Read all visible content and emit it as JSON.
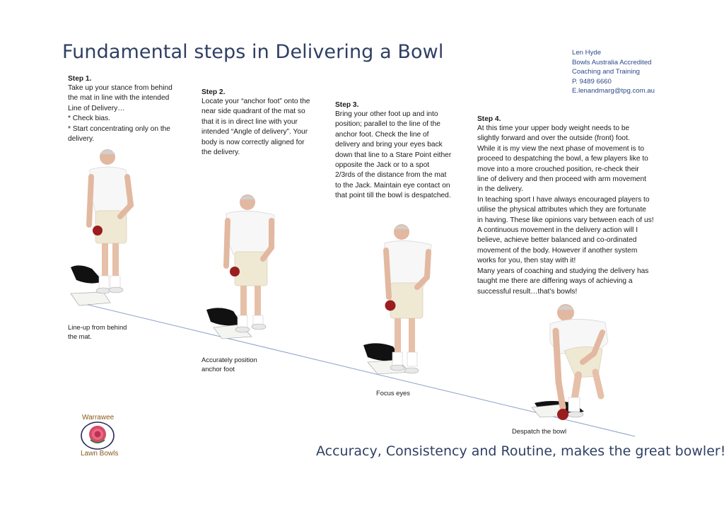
{
  "title": "Fundamental steps in Delivering a Bowl",
  "contact": {
    "name": "Len Hyde",
    "line1": "Bowls Australia Accredited",
    "line2": "Coaching and Training",
    "phone": "P. 9489 6660",
    "email": "E.lenandmarg@tpg.com.au"
  },
  "steps": [
    {
      "heading": "Step 1.",
      "lines": [
        "Take up your stance from behind",
        "the mat in line with the intended",
        "Line of Delivery…",
        "* Check bias.",
        "* Start concentrating only on the",
        "delivery."
      ],
      "caption": [
        "Line-up from behind",
        "the mat."
      ]
    },
    {
      "heading": "Step 2.",
      "lines": [
        "Locate your “anchor foot” onto the",
        "near side quadrant of the mat so",
        "that it is in direct line with your",
        "intended “Angle of delivery”. Your",
        "body is now correctly aligned for",
        "the delivery."
      ],
      "caption": [
        "Accurately position",
        "anchor foot"
      ]
    },
    {
      "heading": "Step 3.",
      "lines": [
        "Bring your other foot up and into",
        "position; parallel to the line of the",
        "anchor foot. Check the line of",
        "delivery and bring your eyes back",
        "down that line to a Stare Point either",
        "opposite the Jack or to a spot",
        "2/3rds of the distance from the mat",
        "to the Jack. Maintain eye contact on",
        "that point till the bowl is despatched."
      ],
      "caption": [
        "Focus eyes"
      ]
    },
    {
      "heading": "Step 4.",
      "lines": [
        "At this time your upper body weight needs to be",
        "slightly forward and over the outside (front) foot.",
        "While it is my view the next phase of movement is to",
        "proceed to despatching the bowl, a few players like to",
        "move into a more crouched position, re-check their",
        "line of delivery and then proceed with arm movement",
        "in the delivery.",
        "In teaching sport I have always encouraged players to",
        "utilise the physical attributes which they are fortunate",
        "in having. These like opinions vary between each of us!",
        "A continuous movement in the delivery action will I",
        "believe, achieve better balanced and co-ordinated",
        "movement of the body. However if another system",
        "works for you, then stay with it!",
        "Many years of coaching and studying the delivery has",
        "taught me there are differing ways of achieving a",
        "successful result…that’s bowls!"
      ],
      "caption": [
        "Despatch the bowl"
      ]
    }
  ],
  "tagline": "Accuracy, Consistency and Routine, makes the great bowler!",
  "logo": {
    "top_text": "Warrawee",
    "bottom_text": "Lawn Bowls"
  },
  "colors": {
    "heading": "#2f3f63",
    "contact": "#2d4a8a",
    "line": "#8aa0c8",
    "bowl": "#9a1e1e",
    "logo_rose": "#d64a6a",
    "logo_text": "#8a5a1a"
  }
}
